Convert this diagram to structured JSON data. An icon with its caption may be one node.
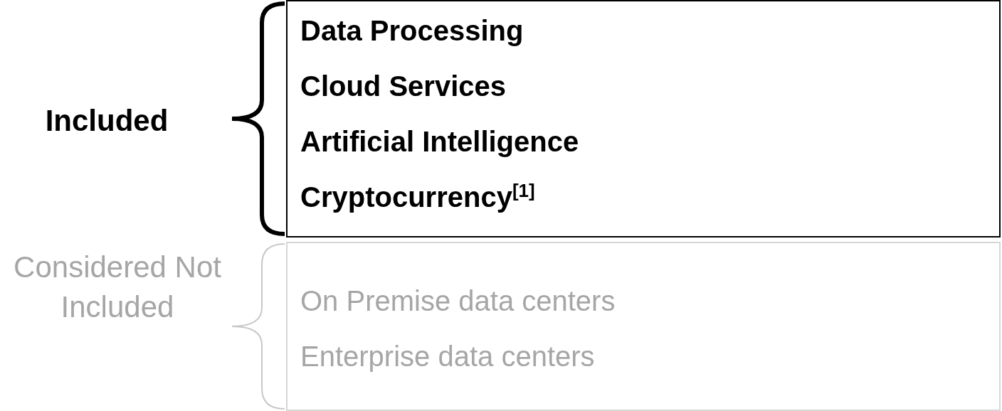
{
  "diagram": {
    "nodes": [
      {
        "text": [
          "Data Processing",
          "Cloud Services",
          "Artificial Intelligence",
          "Cryptocurrency$^{[1]}$"
        ],
        "beside": [
          "Included"
        ]
      },
      {
        "text": [
          "On Premise data centers",
          "Enterprise data centers"
        ],
        "beside": [
          "Considered Not Included"
        ]
      }
    ]
  }
}
